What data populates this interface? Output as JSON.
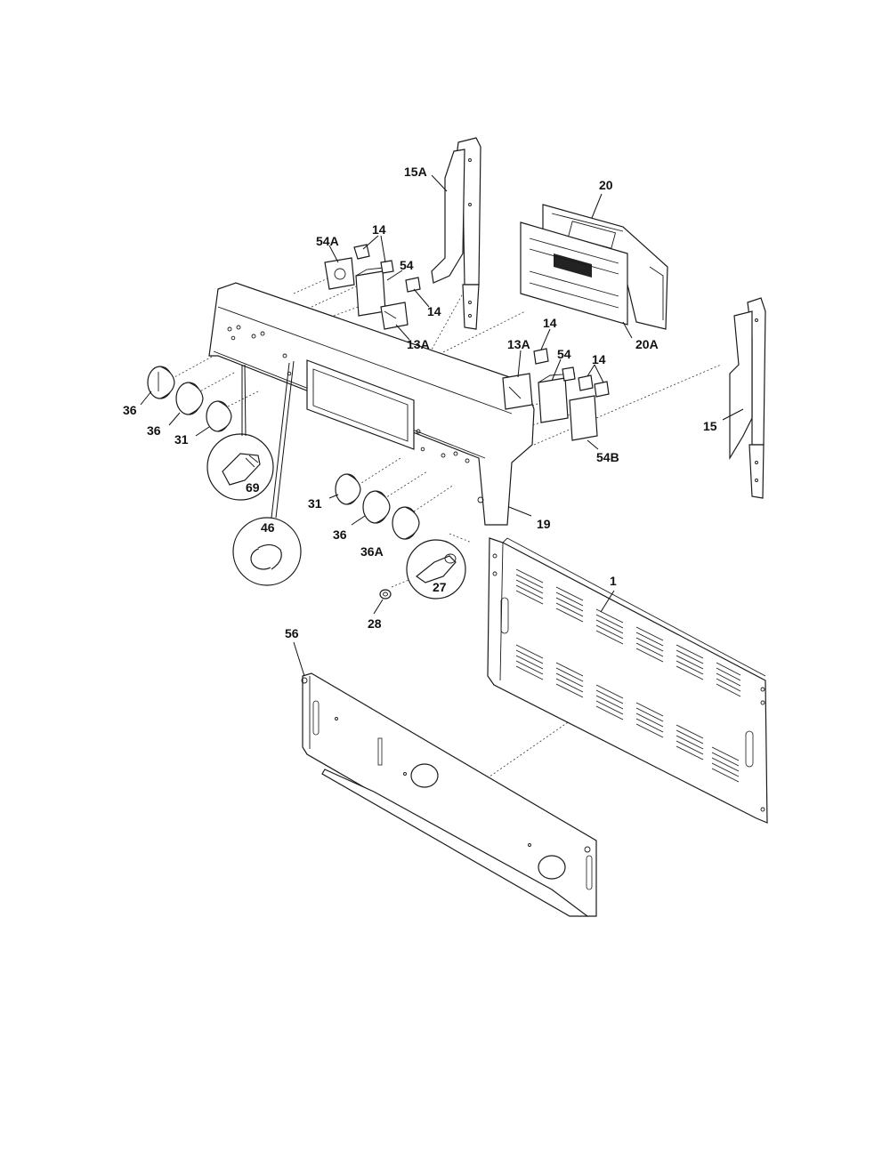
{
  "diagram": {
    "labels": {
      "p15A": "15A",
      "p20": "20",
      "p54A": "54A",
      "p14a": "14",
      "p54a": "54",
      "p14b": "14",
      "p13Aa": "13A",
      "p20A": "20A",
      "p14c": "14",
      "p13Ab": "13A",
      "p54b": "54",
      "p14d": "14",
      "p15": "15",
      "p36a": "36",
      "p36b": "36",
      "p31a": "31",
      "p54B": "54B",
      "p69": "69",
      "p31b": "31",
      "p19": "19",
      "p46": "46",
      "p36c": "36",
      "p36A": "36A",
      "p27": "27",
      "p1": "1",
      "p28": "28",
      "p56": "56"
    }
  }
}
